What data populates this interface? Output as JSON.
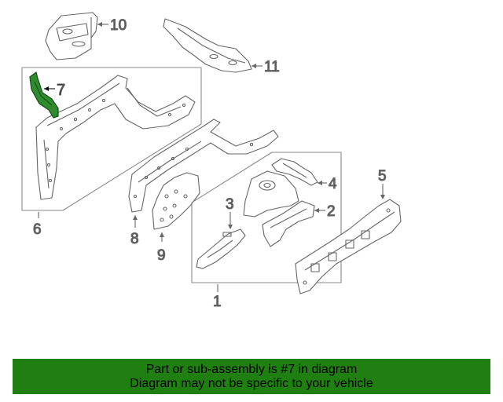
{
  "diagram": {
    "callouts": [
      {
        "id": "1",
        "label": "1"
      },
      {
        "id": "2",
        "label": "2"
      },
      {
        "id": "3",
        "label": "3"
      },
      {
        "id": "4",
        "label": "4"
      },
      {
        "id": "5",
        "label": "5"
      },
      {
        "id": "6",
        "label": "6"
      },
      {
        "id": "7",
        "label": "7"
      },
      {
        "id": "8",
        "label": "8"
      },
      {
        "id": "9",
        "label": "9"
      },
      {
        "id": "10",
        "label": "10"
      },
      {
        "id": "11",
        "label": "11"
      }
    ],
    "highlighted_part": "7",
    "colors": {
      "highlight": "#2e8b2e",
      "banner": "#1f7f10",
      "line": "#666666"
    }
  },
  "banner": {
    "line1": "Part or sub-assembly is #7 in diagram",
    "line2": "Diagram may not be specific to your vehicle"
  }
}
